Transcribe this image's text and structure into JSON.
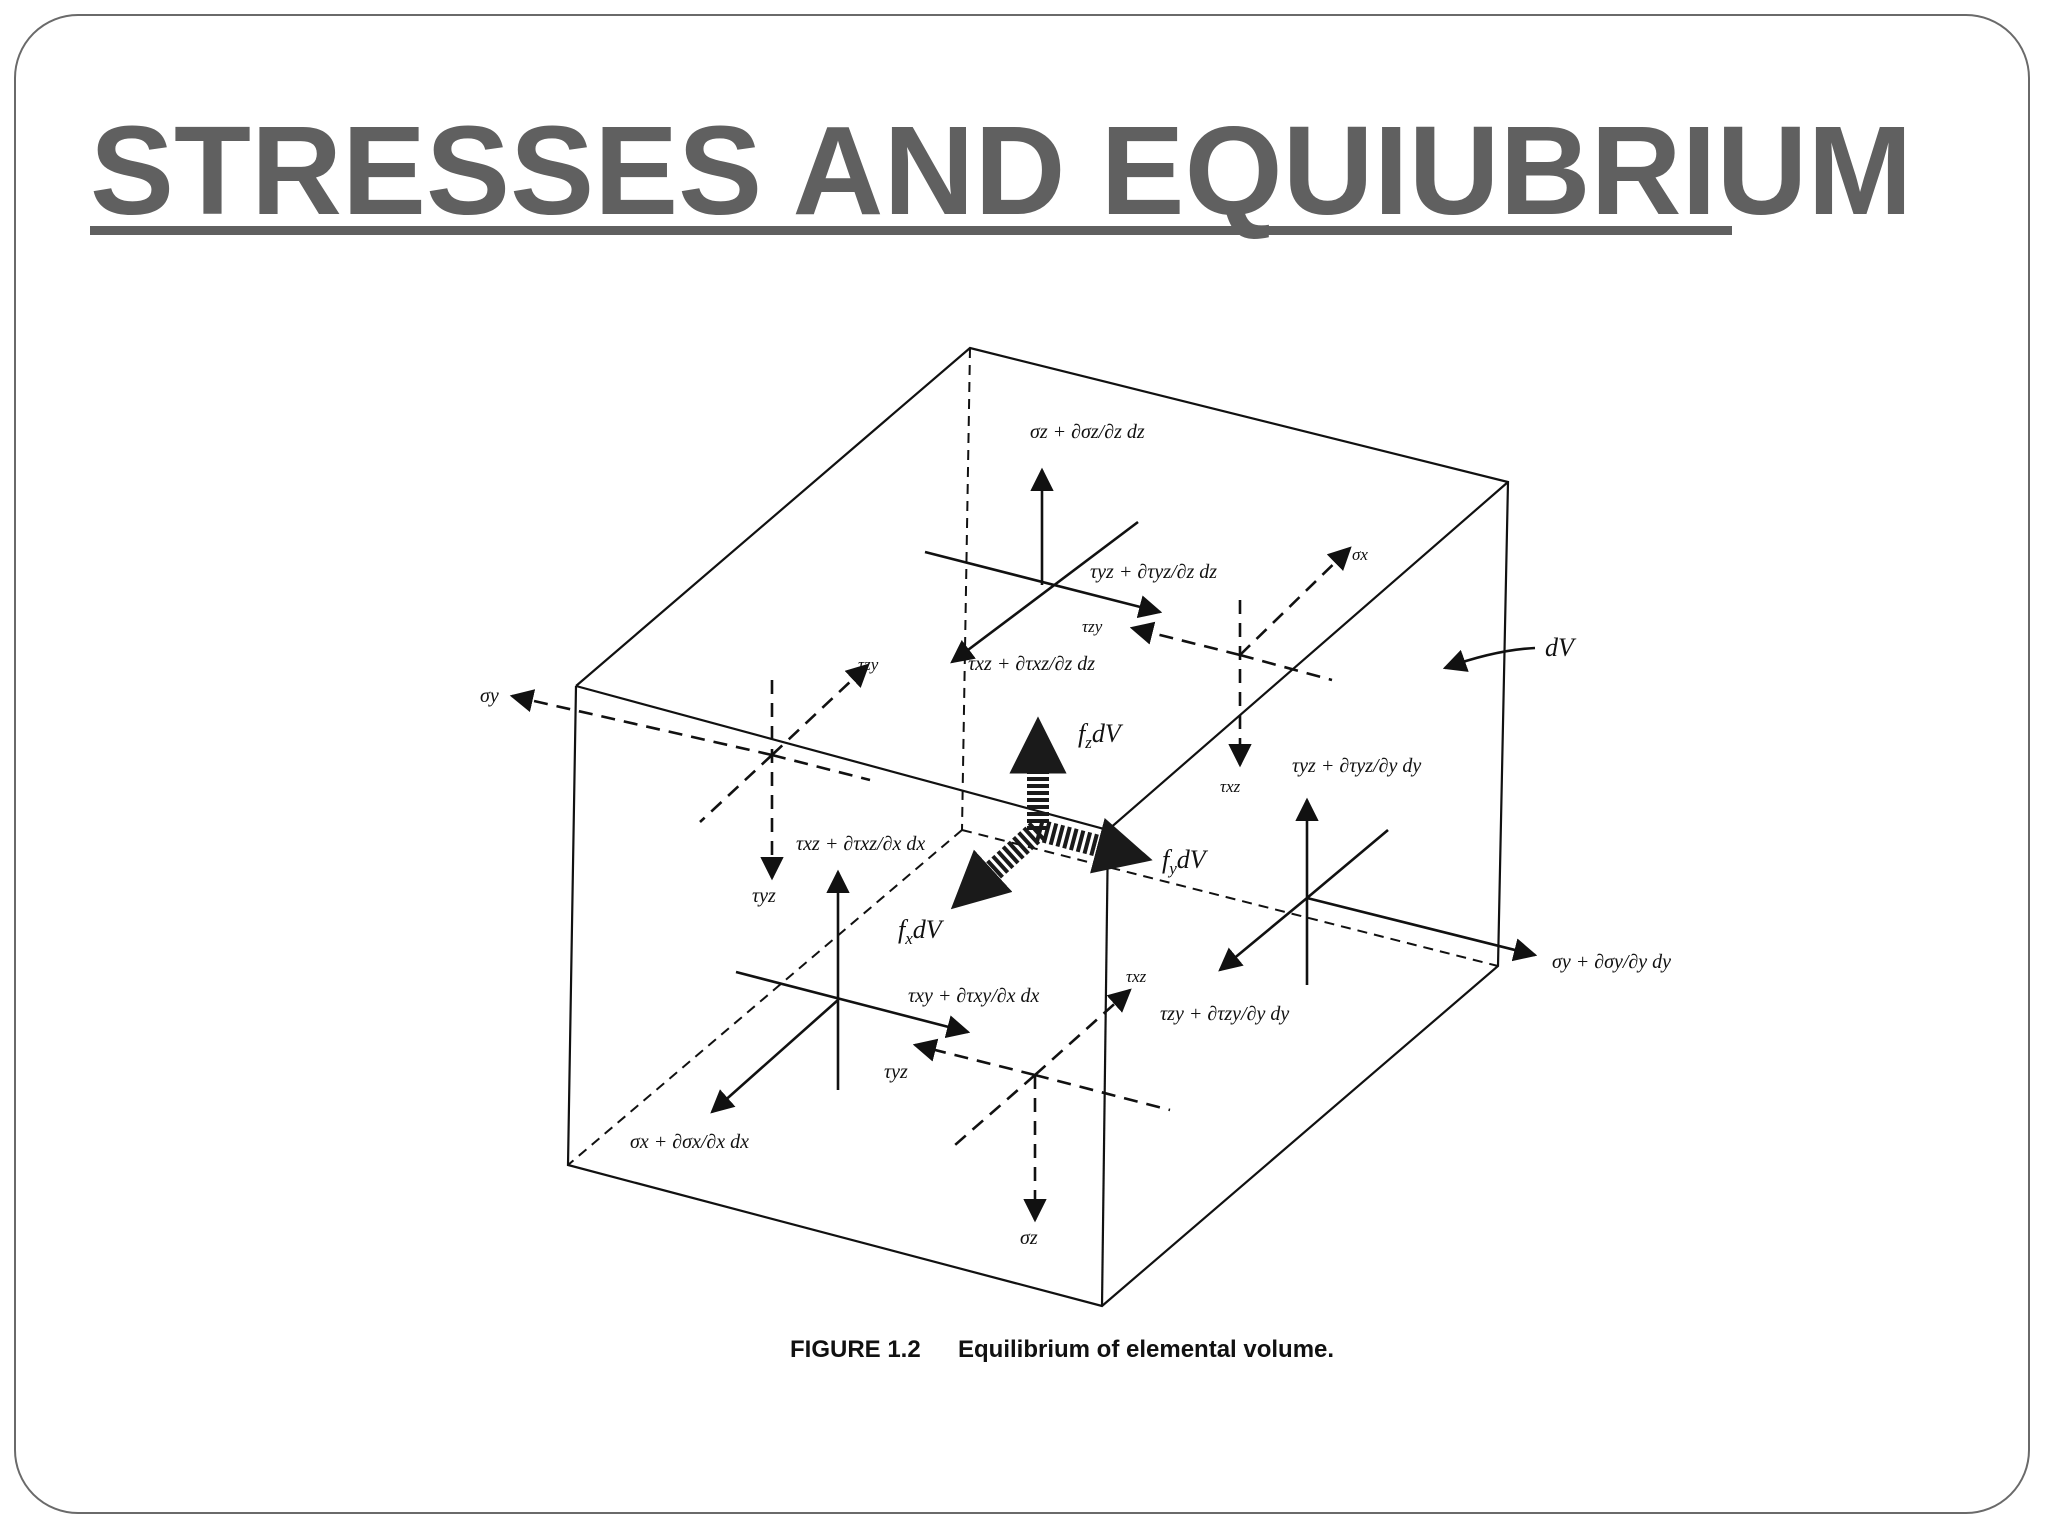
{
  "slide": {
    "title": "STRESSES AND EQUIUBRIUM"
  },
  "figure": {
    "caption_number": "FIGURE 1.2",
    "caption_text": "Equilibrium of elemental volume.",
    "labels": {
      "dV": "dV",
      "fz": "f",
      "fz_sub": "z",
      "fz_tail": "dV",
      "fy": "f",
      "fy_sub": "y",
      "fy_tail": "dV",
      "fx": "f",
      "fx_sub": "x",
      "fx_tail": "dV",
      "sigma_z_top": "σz + ∂σz/∂z dz",
      "tau_yz_top": "τyz + ∂τyz/∂z dz",
      "tau_xz_top": "τxz + ∂τxz/∂z dz",
      "tau_zy_small": "τzy",
      "sigma_x_back": "σx",
      "tau_xz_back": "τxz",
      "sigma_y_left": "σy",
      "tau_zy_left": "τzy",
      "tau_xz_left": "τxz + ∂τxz/∂x dx",
      "tau_yz_left": "τyz",
      "tau_yz_right": "τyz + ∂τyz/∂y dy",
      "sigma_y_right": "σy + ∂σy/∂y dy",
      "tau_zy_right": "τzy + ∂τzy/∂y dy",
      "tau_xy_front": "τxy + ∂τxy/∂x dx",
      "tau_xz_front": "τxz",
      "tau_yz_front": "τyz",
      "sigma_x_front": "σx + ∂σx/∂x dx",
      "sigma_z_bottom": "σz"
    }
  }
}
